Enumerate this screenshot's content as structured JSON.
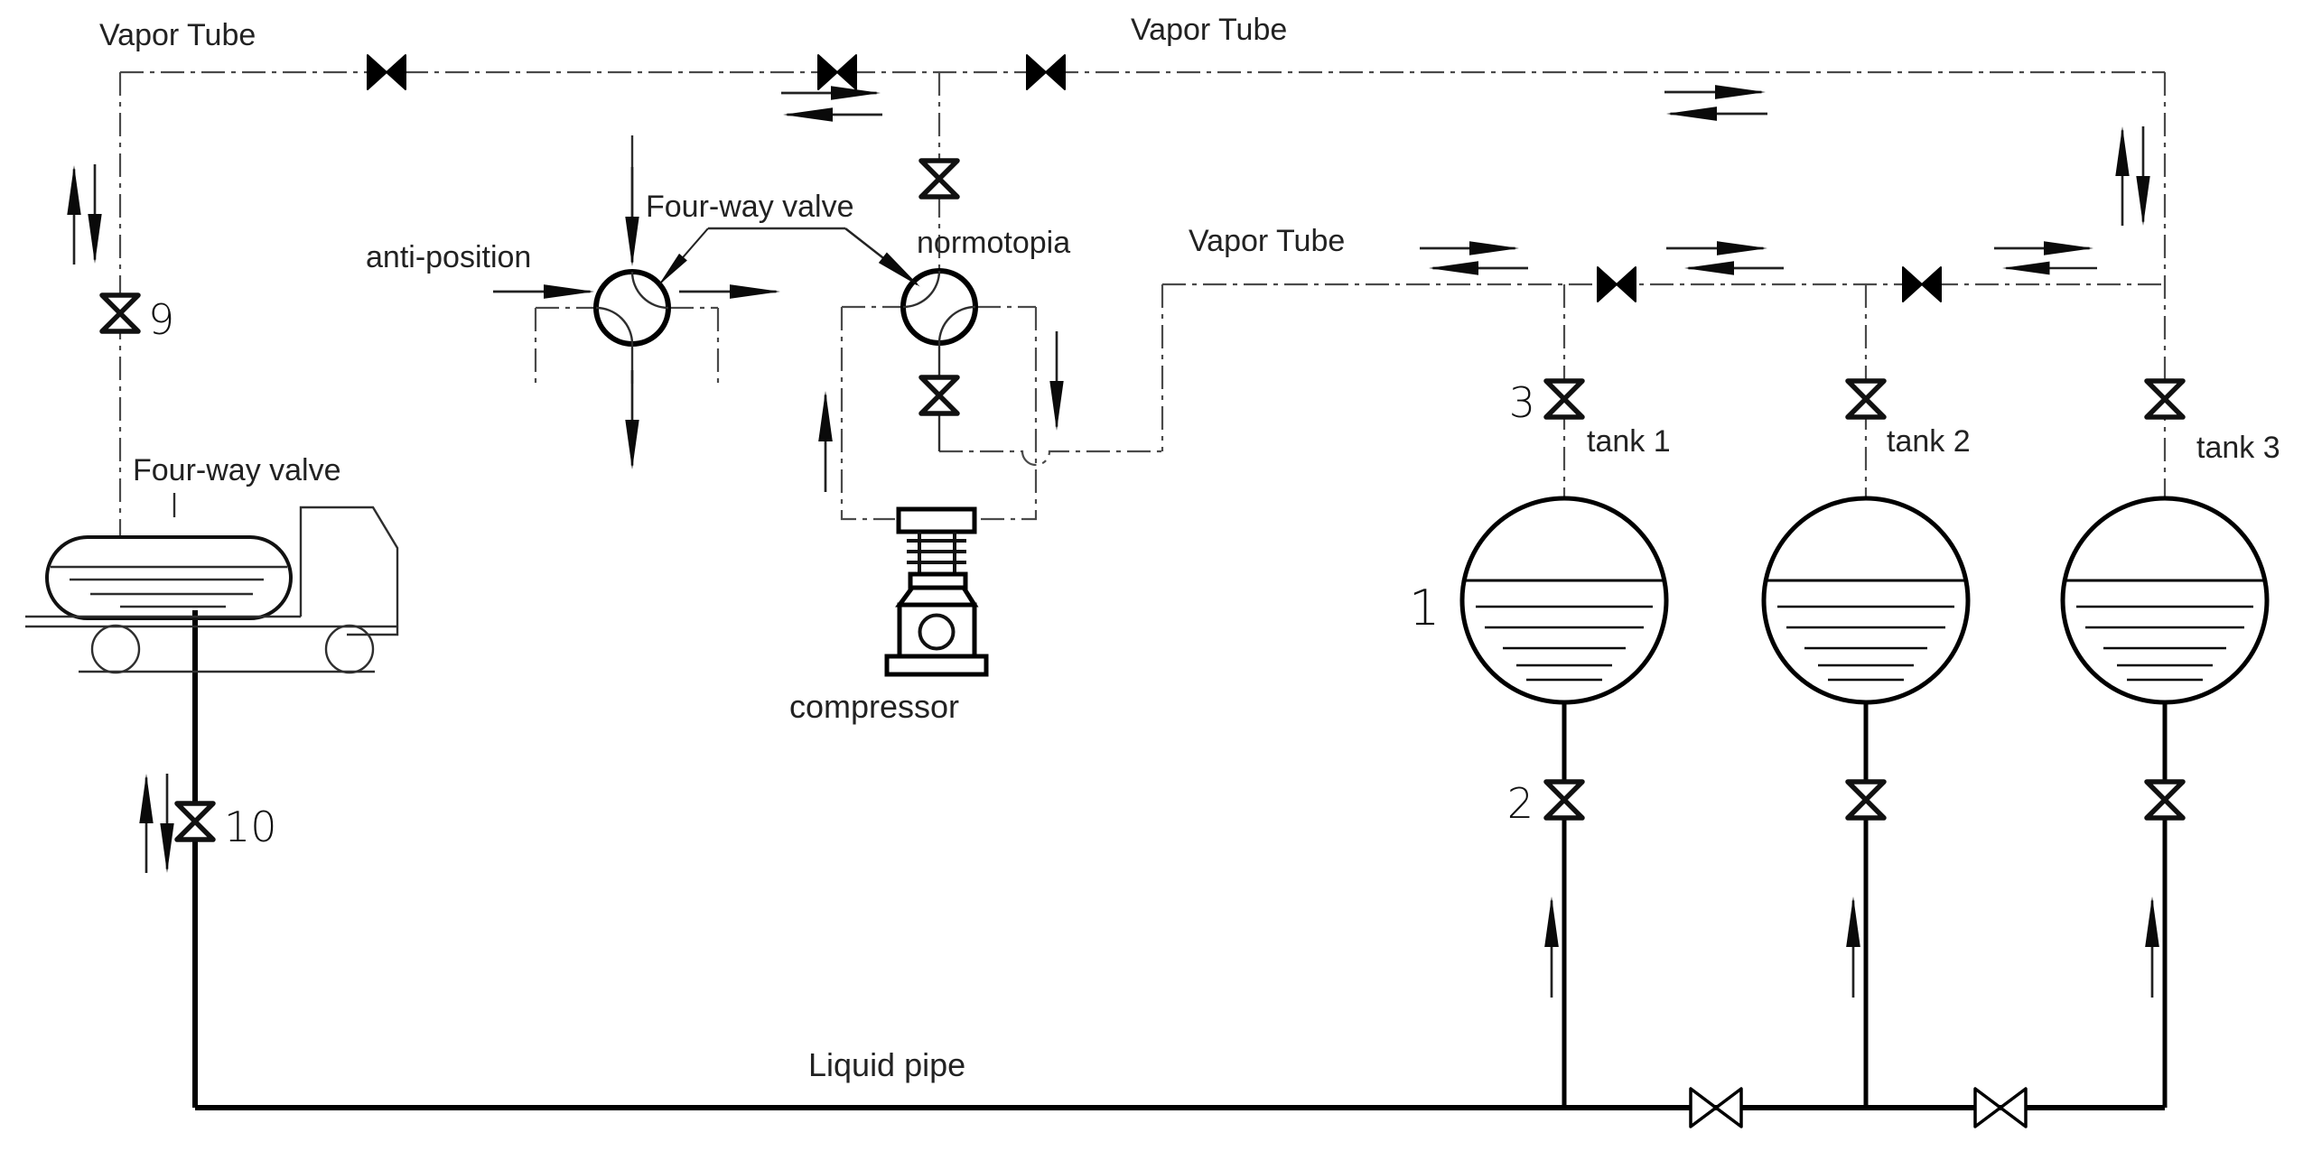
{
  "diagram": {
    "labels": {
      "vapor_tube_top_left": "Vapor Tube",
      "vapor_tube_top_right": "Vapor Tube",
      "vapor_tube_middle": "Vapor Tube",
      "four_way_valve_main": "Four-way valve",
      "four_way_valve_truck": "Four-way valve",
      "anti_position": "anti-position",
      "normotopia": "normotopia",
      "compressor": "compressor",
      "liquid_pipe": "Liquid pipe"
    },
    "tanks": [
      {
        "label": "tank 1"
      },
      {
        "label": "tank 2"
      },
      {
        "label": "tank 3"
      }
    ],
    "valve_numbers": {
      "vapor_line_truck_valve": "9",
      "liquid_line_truck_valve": "10",
      "tank_vapor_valve": "3",
      "tank_liquid_valve": "2"
    },
    "tank_number": "1",
    "colors": {
      "line": "#4a4a4a",
      "solid": "#000000",
      "background": "#ffffff"
    }
  }
}
